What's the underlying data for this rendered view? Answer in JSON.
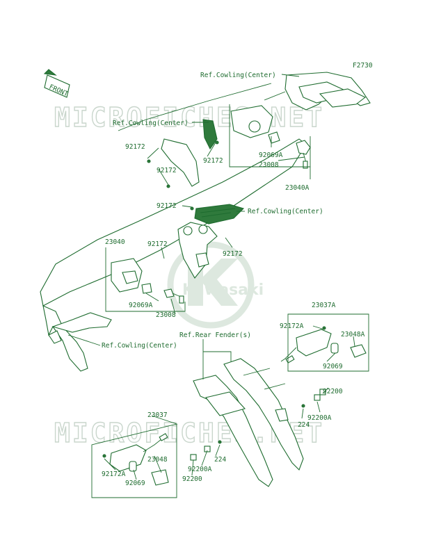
{
  "figure_code": "F2730",
  "front_marker": "FRONT",
  "watermark": {
    "text": "MICROFICHES.NET",
    "brand": "Kawasaki"
  },
  "labels": {
    "ref_cowling_1": "Ref.Cowling(Center)",
    "ref_cowling_2": "Ref.Cowling(Center)",
    "ref_cowling_3": "Ref.Cowling(Center)",
    "ref_cowling_4": "Ref.Cowling(Center)",
    "ref_rear_fender": "Ref.Rear Fender(s)",
    "p92172_a": "92172",
    "p92172_b": "92172",
    "p92172_c": "92172",
    "p92172_d": "92172",
    "p92172_e": "92172",
    "p92172_f": "92172",
    "p92069A_1": "92069A",
    "p23008_1": "23008",
    "p23040A": "23040A",
    "p23040": "23040",
    "p92069A_2": "92069A",
    "p23008_2": "23008",
    "p23037A": "23037A",
    "p92172A_1": "92172A",
    "p23048A": "23048A",
    "p92069_1": "92069",
    "p92200_1": "92200",
    "p92200A_1": "92200A",
    "p224_1": "224",
    "p23037": "23037",
    "p92172A_2": "92172A",
    "p23048": "23048",
    "p92069_2": "92069",
    "p224_2": "224",
    "p92200A_2": "92200A",
    "p92200_2": "92200"
  },
  "colors": {
    "ink": "#1d6b2e",
    "watermark": "#c9d6cc"
  }
}
